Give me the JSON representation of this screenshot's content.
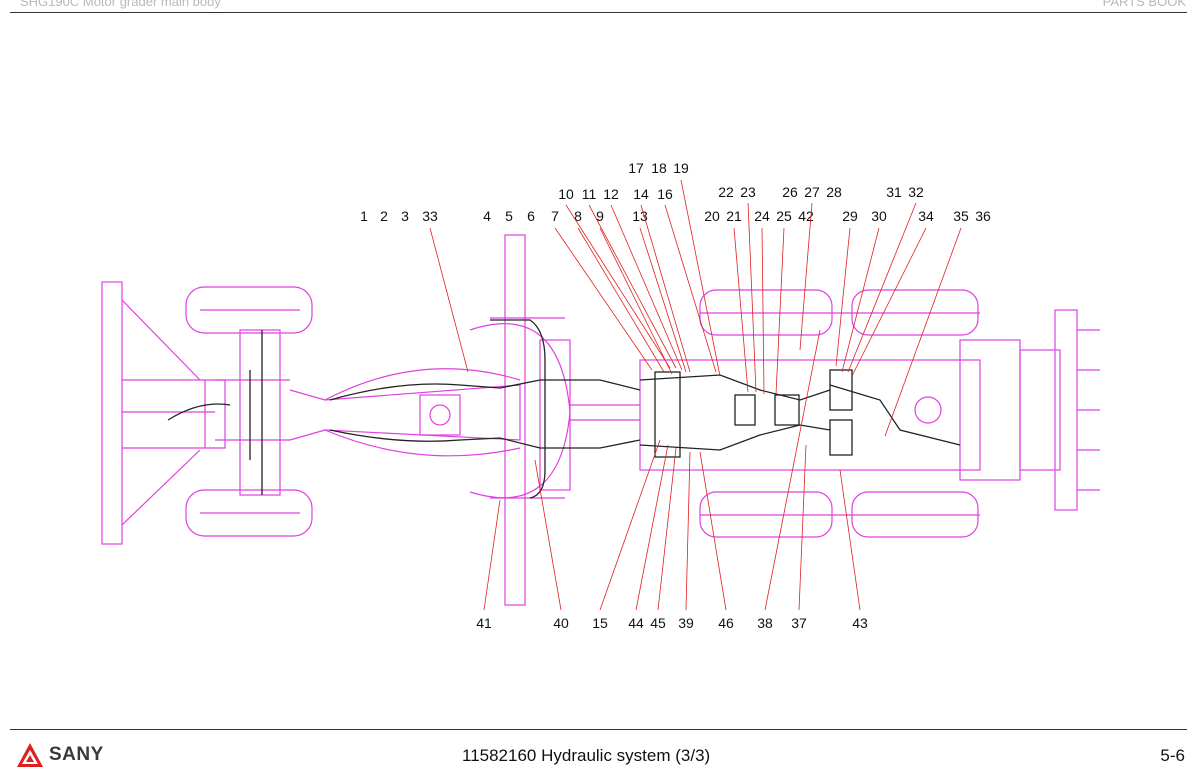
{
  "header": {
    "left": "SHG190C Motor grader main body",
    "right": "PARTS BOOK"
  },
  "footer": {
    "brand": "SANY",
    "doc_title": "11582160 Hydraulic system (3/3)",
    "page": "5-6"
  },
  "colors": {
    "drawing": "#e040e0",
    "leader": "#e02020",
    "hydraulic": "#222222",
    "logo_red": "#e02020"
  },
  "callouts": {
    "row1": [
      "17",
      "18",
      "19"
    ],
    "row2": [
      "10",
      "11",
      "12",
      "14",
      "16",
      "22",
      "23",
      "26",
      "27",
      "28",
      "31",
      "32"
    ],
    "row3": [
      "1",
      "2",
      "3",
      "33",
      "4",
      "5",
      "6",
      "7",
      "8",
      "9",
      "13",
      "20",
      "21",
      "24",
      "25",
      "42",
      "29",
      "30",
      "34",
      "35",
      "36"
    ],
    "bottom": [
      "41",
      "40",
      "15",
      "44",
      "45",
      "39",
      "46",
      "38",
      "37",
      "43"
    ]
  }
}
